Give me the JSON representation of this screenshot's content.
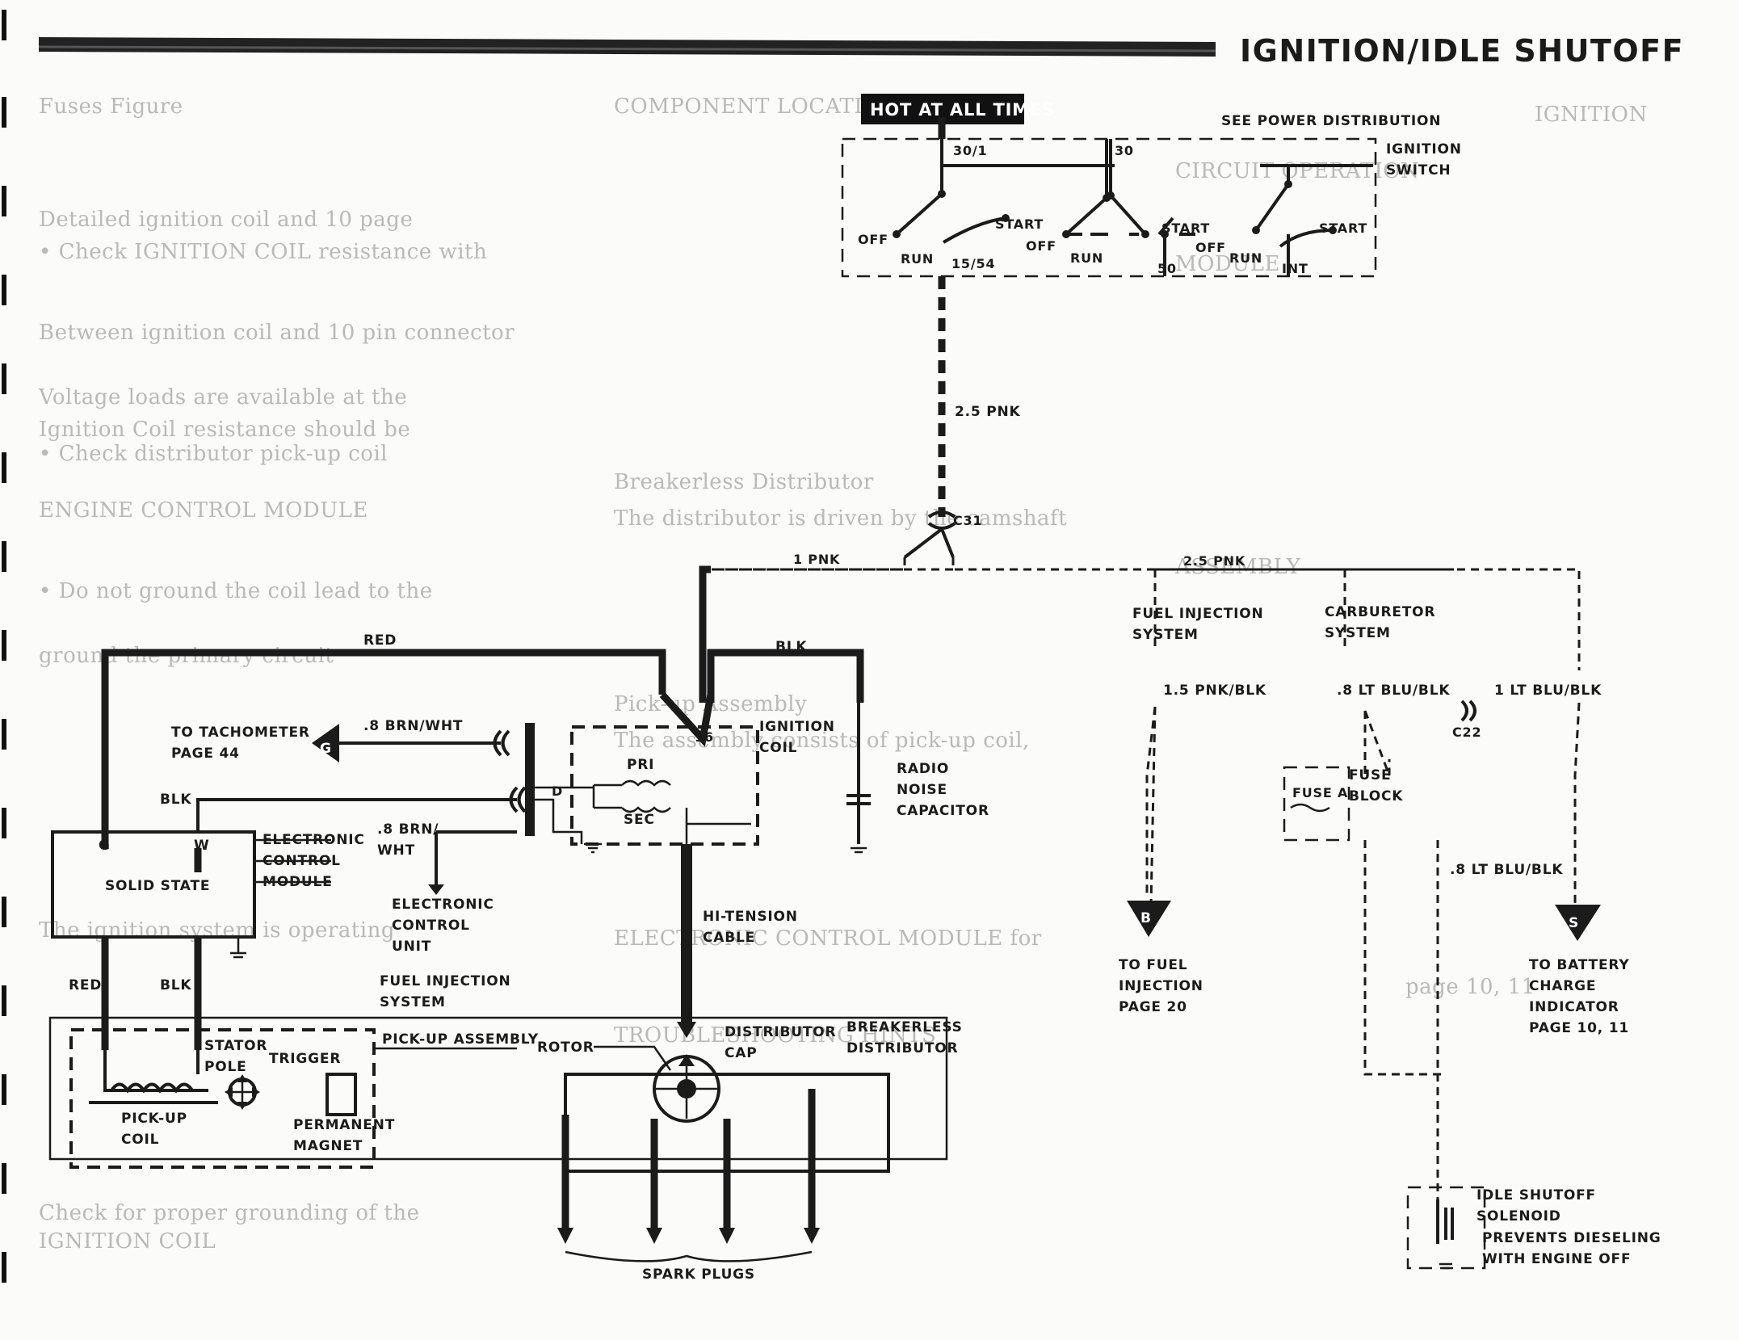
{
  "header": {
    "title": "IGNITION/IDLE SHUTOFF"
  },
  "background": {
    "paragraph_lines": [
      "Fuses Figure",
      "Detailed ignition coil and 10 page",
      "• Check IGNITION COIL resistance with",
      "Between ignition coil and 10 pin connector",
      "Voltage loads are available at the",
      "Ignition Coil resistance should be",
      "• Check distributor pick-up coil",
      "ENGINE CONTROL MODULE",
      "• Do not ground the coil lead to the",
      "ground the primary circuit",
      "The ignition system is operating",
      "Check for proper grounding of the",
      "IGNITION COIL",
      "COMPONENT LOCATION",
      "Breakerless Distributor",
      "The distributor is driven by the camshaft",
      "Pick-up Assembly",
      "The assembly consists of pick-up coil,",
      "ELECTRONIC CONTROL MODULE for",
      "TROUBLESHOOTING HINTS",
      "IGNITION",
      "CIRCUIT OPERATION",
      "MODULE",
      "ASSEMBLY",
      "page 10, 11"
    ]
  },
  "labels": {
    "hot_at_all_times": "HOT AT ALL TIMES",
    "see_power_distribution": "SEE POWER DISTRIBUTION",
    "ignition_switch_line1": "IGNITION",
    "ignition_switch_line2": "SWITCH",
    "term_30_1": "30/1",
    "term_30": "30",
    "term_15_54": "15/54",
    "term_50": "50",
    "int": "INT",
    "off": "OFF",
    "run": "RUN",
    "start": "START",
    "wire_2_5_pnk": "2.5 PNK",
    "c31": "C31",
    "wire_1_pnk": "1 PNK",
    "wire_2_5_pnk_b": "2.5 PNK",
    "red": "RED",
    "blk": "BLK",
    "to_tachometer": "TO TACHOMETER",
    "page_44": "PAGE 44",
    "g": "G",
    "wire_8_brn_wht": ".8 BRN/WHT",
    "num_16": "16",
    "ignition_coil_line1": "IGNITION",
    "ignition_coil_line2": "COIL",
    "pri": "PRI",
    "sec": "SEC",
    "d": "D",
    "radio_noise_capacitor": [
      "RADIO",
      "NOISE",
      "CAPACITOR"
    ],
    "blk_b": "BLK",
    "g_term": "G",
    "w_term": "W",
    "ecm_label": [
      "ELECTRONIC",
      "CONTROL",
      "MODULE"
    ],
    "wire_8_brn": ".8 BRN/",
    "wht": "WHT",
    "solid_state": "SOLID STATE",
    "ecu_label": [
      "ELECTRONIC",
      "CONTROL",
      "UNIT"
    ],
    "fuel_injection_system": [
      "FUEL INJECTION",
      "SYSTEM"
    ],
    "high_tension_cable": [
      "HI-TENSION",
      "CABLE"
    ],
    "red_b": "RED",
    "blk_c": "BLK",
    "stator_pole": [
      "STATOR",
      "POLE"
    ],
    "trigger": "TRIGGER",
    "pick_up_assembly": "PICK-UP ASSEMBLY",
    "rotor": "ROTOR",
    "distributor_cap": [
      "DISTRIBUTOR",
      "CAP"
    ],
    "breakerless_distributor": [
      "BREAKERLESS",
      "DISTRIBUTOR"
    ],
    "pick_up_coil": [
      "PICK-UP",
      "COIL"
    ],
    "permanent_magnet": [
      "PERMANENT",
      "MAGNET"
    ],
    "spark_plugs": "SPARK PLUGS",
    "fuel_injection_system_top": [
      "FUEL INJECTION",
      "SYSTEM"
    ],
    "carburetor_system": [
      "CARBURETOR",
      "SYSTEM"
    ],
    "wire_1_5_pnk_blk": "1.5 PNK/BLK",
    "wire_8_lt_blu_blk": ".8 LT BLU/BLK",
    "wire_1_lt_blu_blk": "1 LT BLU/BLK",
    "c22": "C22",
    "fuse_a": "FUSE A",
    "fuse_block": [
      "FUSE",
      "BLOCK"
    ],
    "wire_8_lt_blu_blk_b": ".8 LT BLU/BLK",
    "b": "B",
    "s": "S",
    "to_fuel_injection": [
      "TO FUEL",
      "INJECTION",
      "PAGE 20"
    ],
    "to_battery_charge": [
      "TO BATTERY",
      "CHARGE",
      "INDICATOR",
      "PAGE 10, 11"
    ],
    "idle_shutoff_solenoid": [
      "IDLE SHUTOFF",
      "SOLENOID"
    ],
    "prevents_dieseling": [
      "PREVENTS DIESELING",
      "WITH ENGINE OFF"
    ]
  }
}
